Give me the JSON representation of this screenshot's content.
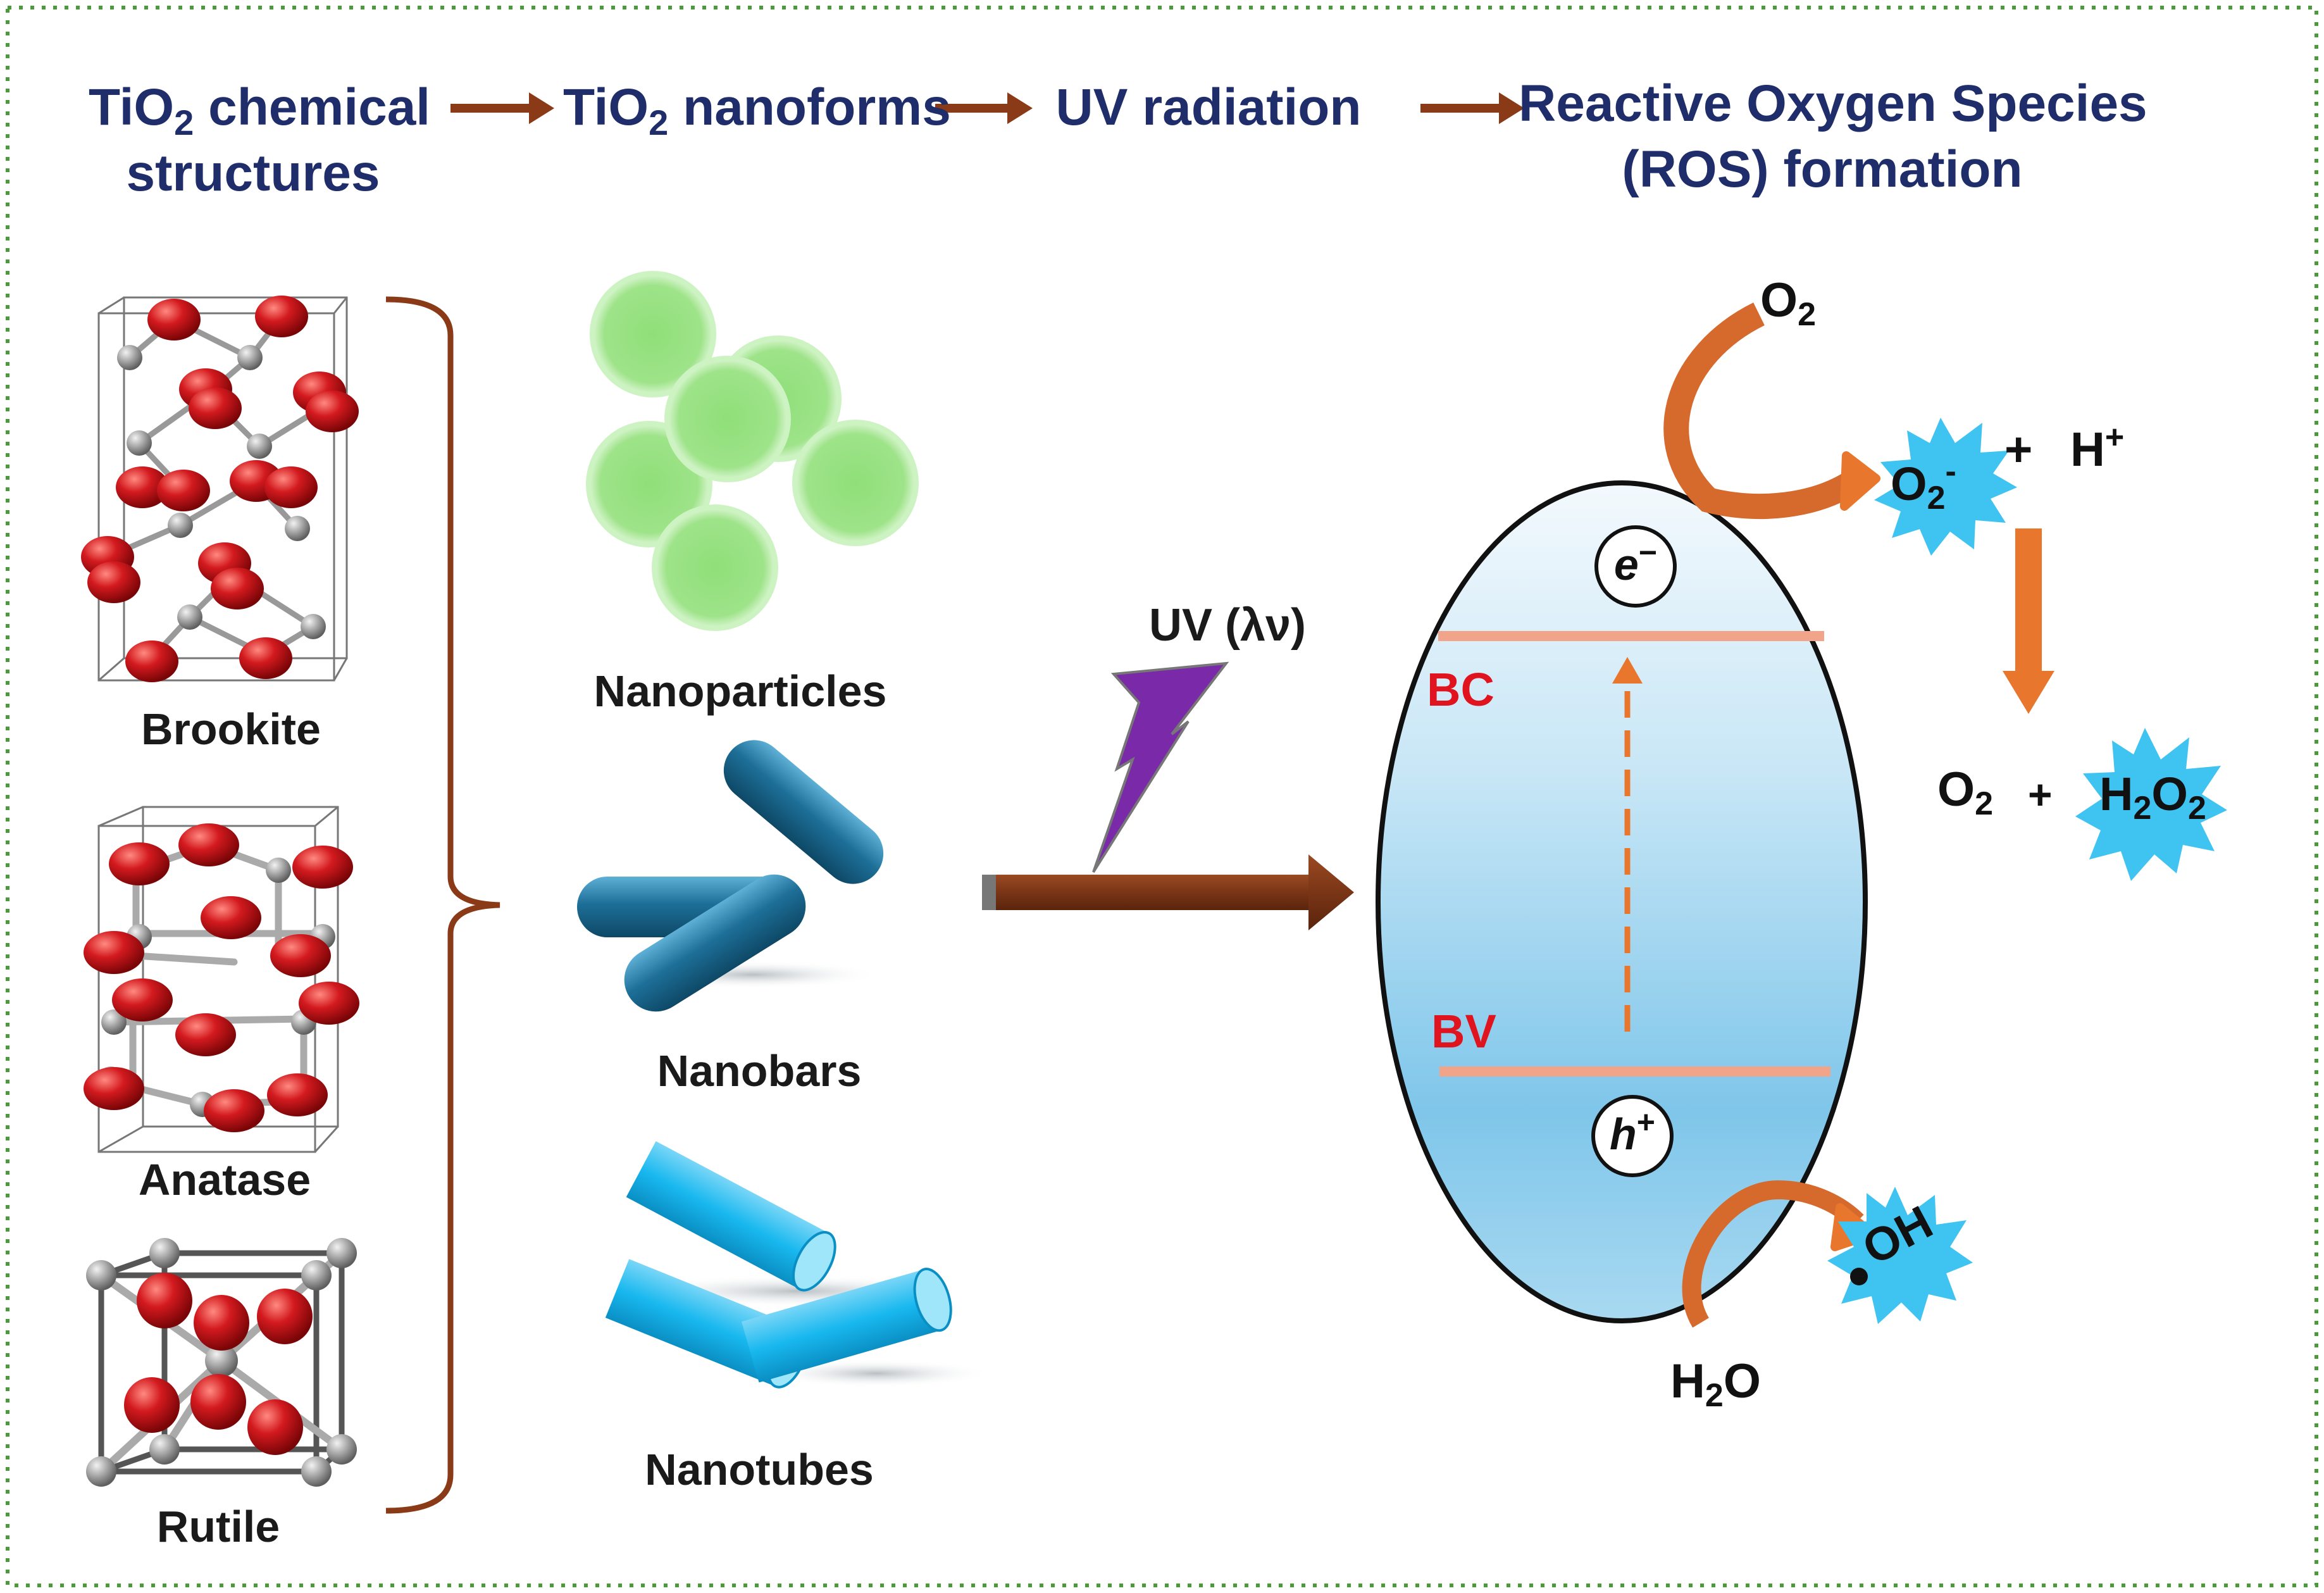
{
  "header": {
    "step1": {
      "text": "TiO",
      "sub": "2",
      "rest": " chemical",
      "line2": "structures"
    },
    "step2": {
      "text": "TiO",
      "sub": "2",
      "rest": " nanoforms"
    },
    "step3": {
      "text": "UV radiation"
    },
    "step4": {
      "line1": "Reactive Oxygen Species",
      "line2": "(ROS) formation"
    }
  },
  "structures": {
    "brookite": "Brookite",
    "anatase": "Anatase",
    "rutile": "Rutile"
  },
  "nanoforms": {
    "nanoparticles": "Nanoparticles",
    "nanobars": "Nanobars",
    "nanotubes": "Nanotubes"
  },
  "uv": {
    "label": "UV (λν)"
  },
  "semiconductor": {
    "conduction_band": "BC",
    "valence_band": "BV",
    "electron": {
      "base": "e",
      "sup": "−"
    },
    "hole": {
      "base": "h",
      "sup": "+"
    }
  },
  "species": {
    "o2_top": {
      "base": "O",
      "sub": "2"
    },
    "superoxide": {
      "base": "O",
      "sub": "2",
      "sup": "-"
    },
    "plus1": "+",
    "proton": {
      "base": "H",
      "sup": "+"
    },
    "o2_product": {
      "base": "O",
      "sub": "2"
    },
    "plus2": "+",
    "h2o2": {
      "a": "H",
      "sub1": "2",
      "b": "O",
      "sub2": "2"
    },
    "hydroxyl": "OH",
    "water": {
      "a": "H",
      "sub": "2",
      "b": "O"
    }
  },
  "colors": {
    "header_text": "#1f2d6b",
    "flow_arrow": "#8b3a17",
    "atom_red": "#c8141a",
    "atom_gray": "#9a9a9a",
    "nanoparticle_green": "#92e07e",
    "nanobar_blue": "#1d6f98",
    "nanotube_cyan": "#18b8ef",
    "uv_purple": "#7a2aa8",
    "uv_arrow_brown": "#7a3516",
    "band_line": "#f2a48a",
    "band_label_red": "#e0141e",
    "ros_orange": "#e8762c",
    "ros_burst_cyan": "#3fc3f1",
    "border_green": "#4a9a3a"
  }
}
